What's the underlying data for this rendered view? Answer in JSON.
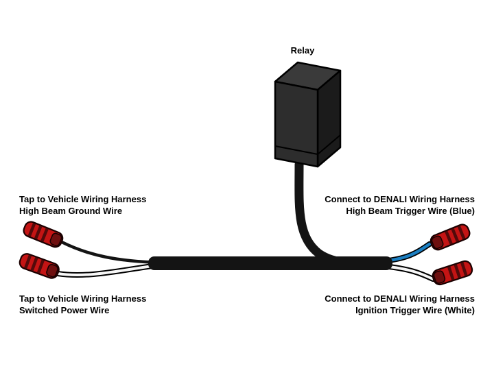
{
  "diagram": {
    "relay_label": "Relay",
    "labels": {
      "top_left": {
        "line1": "Tap to Vehicle Wiring Harness",
        "line2": "High Beam Ground Wire"
      },
      "bottom_left": {
        "line1": "Tap to Vehicle Wiring Harness",
        "line2": "Switched Power Wire"
      },
      "top_right": {
        "line1": "Connect to DENALI Wiring Harness",
        "line2": "High Beam Trigger Wire (Blue)"
      },
      "bottom_right": {
        "line1": "Connect to DENALI Wiring Harness",
        "line2": "Ignition Trigger Wire (White)"
      }
    },
    "colors": {
      "relay_front": "#2d2d2d",
      "relay_top": "#3a3a3a",
      "relay_side": "#1b1b1b",
      "wire_black": "#141414",
      "wire_white": "#f7f7f7",
      "wire_blue": "#1b7fc2",
      "connector_red": "#c41414",
      "connector_ring": "#520a0a",
      "connector_tip": "#6e0f0f"
    }
  }
}
